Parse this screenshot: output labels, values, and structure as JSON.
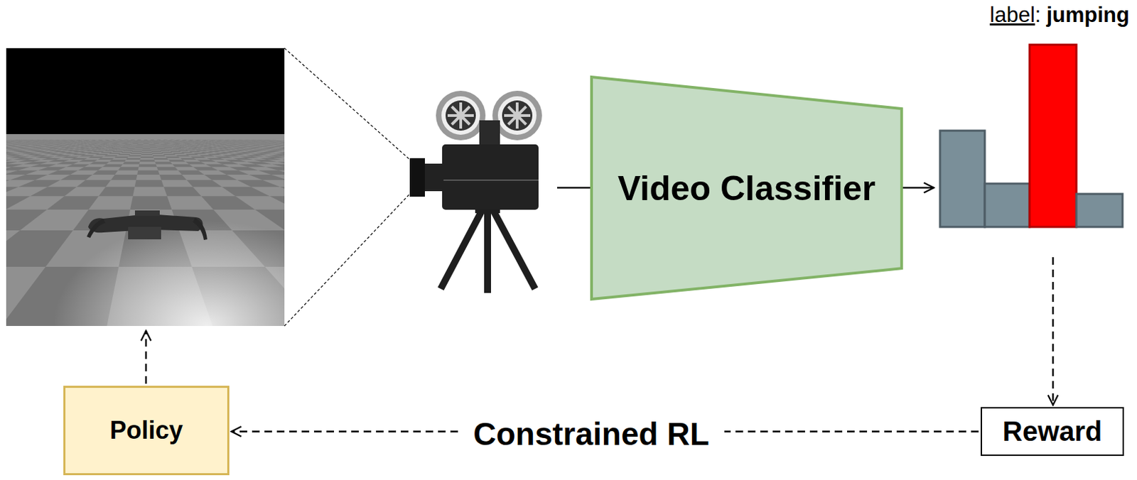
{
  "diagram": {
    "nodes": [
      {
        "text": [
          "Video Classifier"
        ]
      },
      {
        "text": [
          "Reward"
        ]
      },
      {
        "text": [
          "Policy"
        ]
      }
    ],
    "edges": [
      {
        "from": 1,
        "to": 2,
        "arrow": "to",
        "label": "Constrained RL"
      }
    ],
    "labels": [
      "label",
      ":",
      "jumping"
    ]
  }
}
